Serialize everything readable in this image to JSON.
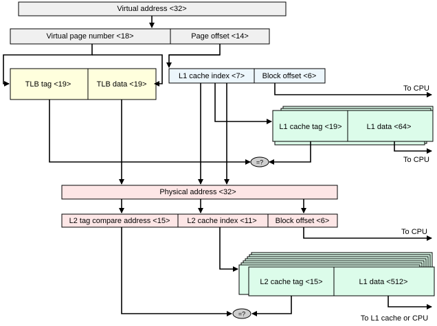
{
  "virtual_address": "Virtual address  <32>",
  "virtual_page_number": "Virtual page number  <18>",
  "page_offset": "Page offset  <14>",
  "tlb_tag": "TLB tag  <19>",
  "tlb_data": "TLB data  <19>",
  "l1_cache_index": "L1 cache index  <7>",
  "l1_block_offset": "Block offset  <6>",
  "to_cpu_1": "To  CPU",
  "l1_cache_tag": "L1 cache tag <19>",
  "l1_data": "L1 data <64>",
  "to_cpu_2": "To  CPU",
  "compare_1": "=?",
  "physical_address": "Physical address  <32>",
  "l2_tag_compare": "L2 tag compare address <15>",
  "l2_cache_index": "L2 cache index <11>",
  "l2_block_offset": "Block offset <6>",
  "to_cpu_3": "To  CPU",
  "l2_cache_tag": "L2 cache tag <15>",
  "l2_data": "L1 data <512>",
  "compare_2": "=?",
  "to_l1_or_cpu": "To L1 cache or CPU",
  "colors": {
    "address_gray": "#f0f0f0",
    "tlb_yellow": "#ffffdd",
    "l1_index_blue": "#ecf6fc",
    "l1_cache_green": "#dcfcea",
    "physical_pink": "#fde6e6",
    "compare_gray": "#cfcfcf"
  }
}
